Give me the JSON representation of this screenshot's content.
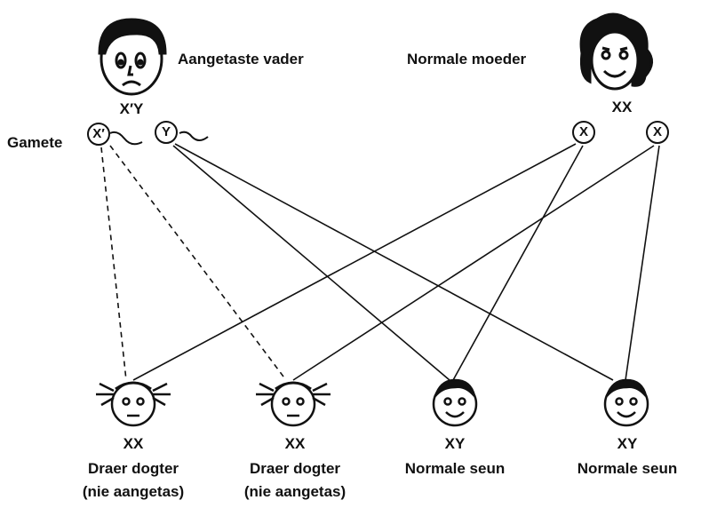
{
  "parents": {
    "father": {
      "label": "Aangetaste vader",
      "genotype": "X′Y"
    },
    "mother": {
      "label": "Normale moeder",
      "genotype": "XX"
    }
  },
  "gametes": {
    "label": "Gamete",
    "father": [
      "X′",
      "Y"
    ],
    "mother": [
      "X",
      "X"
    ]
  },
  "offspring": [
    {
      "genotype": "XX",
      "label": "Draer dogter",
      "note": "(nie aangetas)"
    },
    {
      "genotype": "XX",
      "label": "Draer dogter",
      "note": "(nie aangetas)"
    },
    {
      "genotype": "XY",
      "label": "Normale seun",
      "note": ""
    },
    {
      "genotype": "XY",
      "label": "Normale seun",
      "note": ""
    }
  ],
  "colors": {
    "ink": "#111111",
    "background": "#ffffff"
  }
}
